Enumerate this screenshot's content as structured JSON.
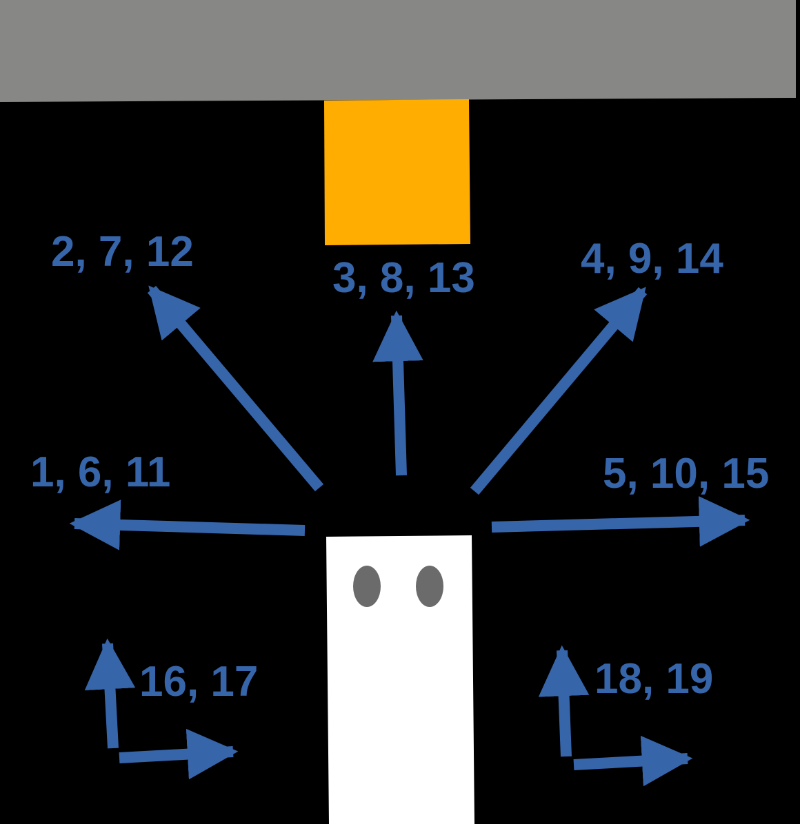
{
  "colors": {
    "background": "#000000",
    "wall": "#878785",
    "target": "#FFAD00",
    "robot_body": "#FFFFFF",
    "robot_eyes": "#6B6B6B",
    "arrow": "#3765AA",
    "label": "#3765AA"
  },
  "labels": {
    "left": "1, 6, 11",
    "up_left": "2, 7, 12",
    "up": "3, 8, 13",
    "up_right": "4, 9, 14",
    "right": "5, 10, 15",
    "corner_left": "16, 17",
    "corner_right": "18, 19"
  },
  "icons": {
    "wall": "gray-wall",
    "target": "orange-square",
    "robot": "white-robot-with-eyes"
  }
}
